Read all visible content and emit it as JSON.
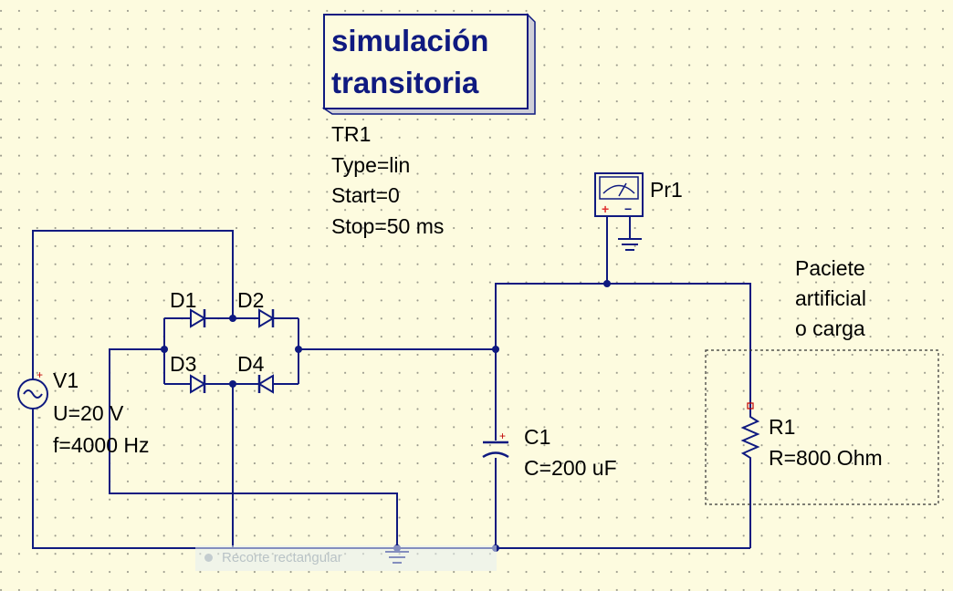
{
  "simulation": {
    "title_line1": "simulación",
    "title_line2": "transitoria",
    "name": "TR1",
    "type": "Type=lin",
    "start": "Start=0",
    "stop": "Stop=50 ms"
  },
  "source": {
    "name": "V1",
    "voltage": "U=20 V",
    "frequency": "f=4000 Hz",
    "plus": "+",
    "minus": "-"
  },
  "diodes": {
    "d1": "D1",
    "d2": "D2",
    "d3": "D3",
    "d4": "D4"
  },
  "capacitor": {
    "name": "C1",
    "value": "C=200 uF",
    "plus": "+"
  },
  "resistor": {
    "name": "R1",
    "value": "R=800 Ohm"
  },
  "probe": {
    "name": "Pr1",
    "plus": "+",
    "minus": "−"
  },
  "load_label": {
    "line1": "Paciete",
    "line2": "artificial",
    "line3": "o carga"
  },
  "overlay": {
    "text": "Recorte rectangular"
  },
  "colors": {
    "wire": "#0f1a80",
    "background": "#fdfbdf",
    "probe_plus": "#e03030",
    "pin": "#c00000"
  }
}
